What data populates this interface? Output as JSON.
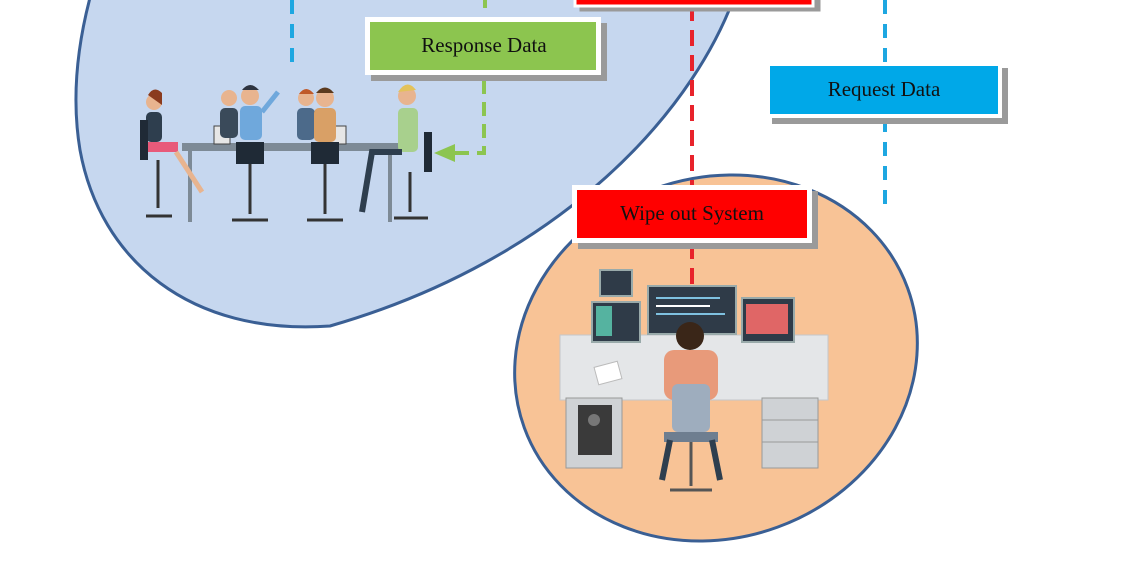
{
  "labels": {
    "response_data": "Response Data",
    "request_data": "Request Data",
    "wipe_out_system": "Wipe out System"
  },
  "colors": {
    "team_blob_fill": "#c6d7ef",
    "blob_stroke": "#3a5f94",
    "operator_blob_fill": "#f8c396",
    "response_box": "#8cc550",
    "request_box": "#00a8e8",
    "wipe_box": "#ff0000",
    "green_arrow": "#8cc550",
    "blue_line": "#1ea7e1",
    "red_line": "#e8232b"
  },
  "icons": {
    "team": "team-meeting-illustration",
    "operator": "operator-at-workstation-illustration"
  }
}
